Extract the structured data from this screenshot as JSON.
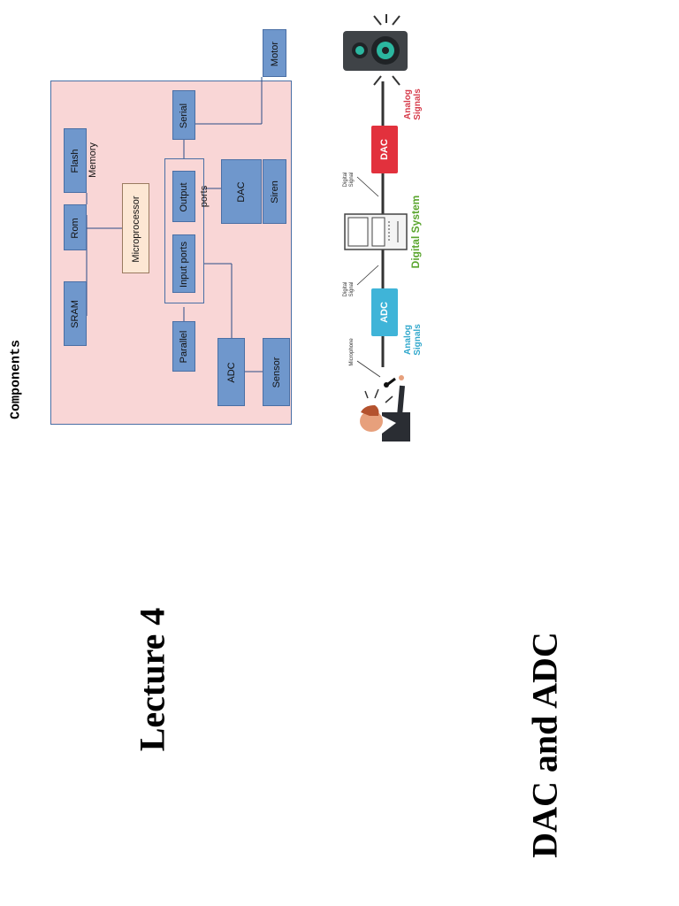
{
  "slide": {
    "lecture_title": "Lecture 4",
    "topic_title": "DAC and ADC",
    "section_label": "Components"
  },
  "block_diagram": {
    "blocks": {
      "sram": "SRAM",
      "rom": "Rom",
      "flash": "Flash",
      "memory": "Memory",
      "microprocessor": "Microprocessor",
      "input_ports": "Input ports",
      "output": "Output",
      "ports": "ports",
      "parallel": "Parallel",
      "serial": "Serial",
      "adc": "ADC",
      "dac": "DAC",
      "sensor": "Sensor",
      "siren": "Siren",
      "motor": "Motor"
    }
  },
  "signal_chain": {
    "microphone": "Microphone",
    "analog_in": "Analog\nSignals",
    "adc": "ADC",
    "digital_in": "Digital\nSignal",
    "digital_system": "Digital System",
    "digital_out": "Digital\nSignal",
    "dac": "DAC",
    "analog_out": "Analog\nSignals",
    "colors": {
      "adc": "#3fb4d8",
      "dac": "#e2313d",
      "digital_system": "#5aa52e"
    }
  }
}
